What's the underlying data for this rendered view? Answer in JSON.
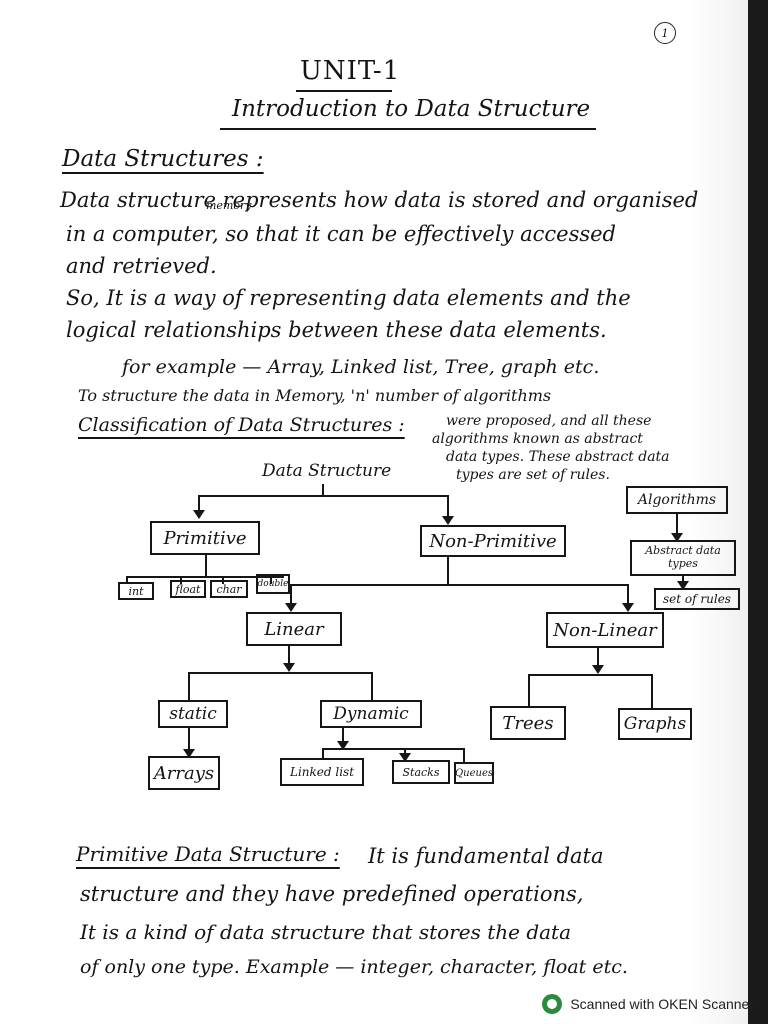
{
  "page": {
    "number": "1",
    "unit_title": "UNIT-1",
    "subtitle": "Introduction to Data Structure"
  },
  "section_data_structures": {
    "heading": "Data Structures :",
    "line1": "Data structure represents how data is stored and organised",
    "line2": "in a computer, so that it can be effectively accessed",
    "memory_insert": "memory",
    "line3": "and retrieved.",
    "line4": "So, It is a way of representing data elements and the",
    "line5": "logical relationships between these data elements.",
    "example": "for example — Array, Linked list, Tree, graph etc."
  },
  "classification": {
    "intro": "To structure the data in Memory, 'n' number of algorithms",
    "heading": "Classification of Data Structures :",
    "note_line1": "were proposed, and all these",
    "note_line2": "algorithms known as abstract",
    "note_line3": "data types. These abstract data",
    "note_line4": "types are set of rules."
  },
  "tree": {
    "root": "Data Structure",
    "primitive": "Primitive",
    "non_primitive": "Non-Primitive",
    "primitive_types": [
      "int",
      "float",
      "char",
      "double"
    ],
    "linear": "Linear",
    "non_linear": "Non-Linear",
    "static": "static",
    "dynamic": "Dynamic",
    "arrays": "Arrays",
    "dynamic_types": [
      "Linked list",
      "Stacks",
      "Queues"
    ],
    "trees": "Trees",
    "graphs": "Graphs"
  },
  "side_chain": {
    "algorithms": "Algorithms",
    "adt": "Abstract data types",
    "rules": "set of rules"
  },
  "section_primitive": {
    "heading": "Primitive Data Structure :",
    "line1_rest": "It is fundamental data",
    "line2": "structure and they have predefined operations,",
    "line3": "It is a kind of data structure that stores the data",
    "line4": "of only one type. Example — integer, character, float etc."
  },
  "footer": {
    "scanner_text": "Scanned with OKEN Scanner"
  }
}
